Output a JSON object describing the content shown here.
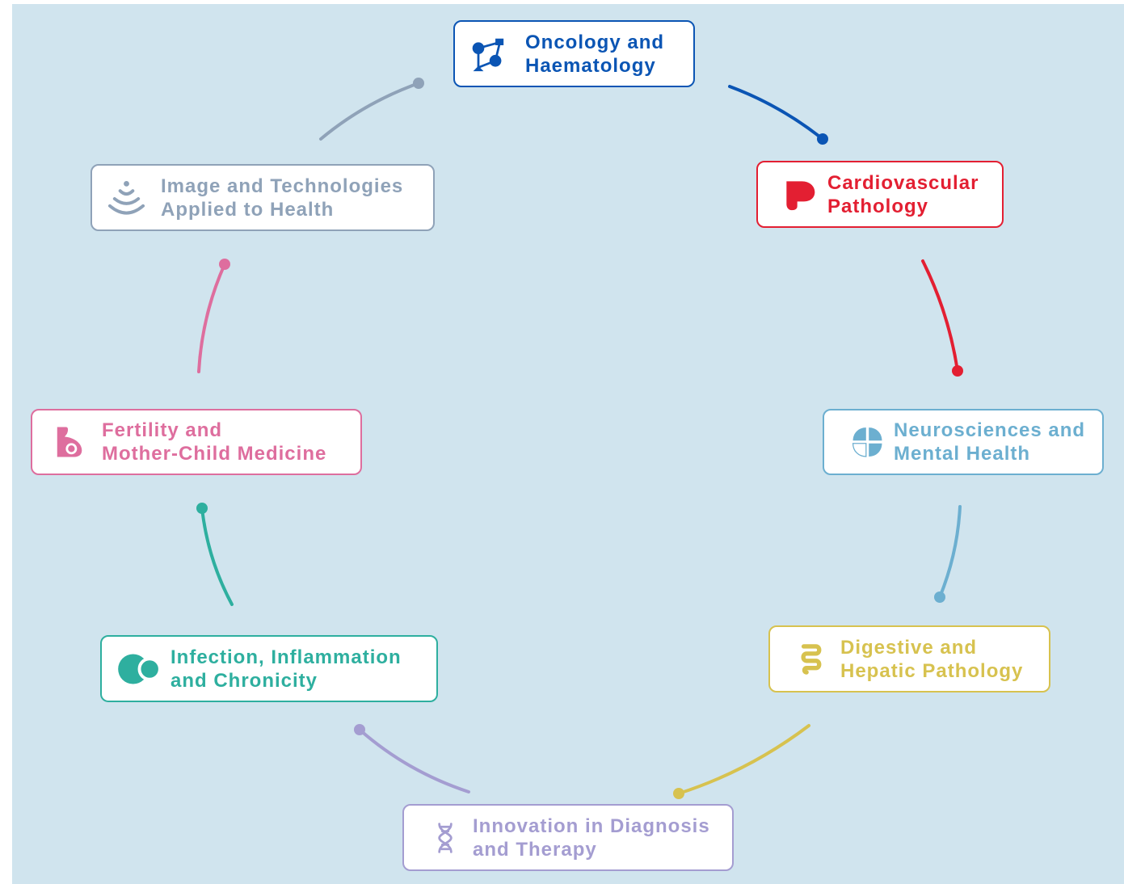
{
  "diagram": {
    "background": "#d0e4ee"
  },
  "nodes": [
    {
      "lines": [
        "Oncology and",
        "Haematology"
      ],
      "color": "#0b55b4",
      "icon": "molecule-network-icon"
    },
    {
      "lines": [
        "Cardiovascular",
        "Pathology"
      ],
      "color": "#e31f32",
      "icon": "heart-icon"
    },
    {
      "lines": [
        "Neurosciences and",
        "Mental Health"
      ],
      "color": "#6cafd0",
      "icon": "brain-icon"
    },
    {
      "lines": [
        "Digestive and",
        "Hepatic Pathology"
      ],
      "color": "#d7c24f",
      "icon": "intestine-icon"
    },
    {
      "lines": [
        "Innovation in Diagnosis",
        "and Therapy"
      ],
      "color": "#a49dd1",
      "icon": "dna-helix-icon"
    },
    {
      "lines": [
        "Infection, Inflammation",
        "and Chronicity"
      ],
      "color": "#2eaf9f",
      "icon": "overlapping-cells-icon"
    },
    {
      "lines": [
        "Fertility and",
        "Mother-Child Medicine"
      ],
      "color": "#de6e9e",
      "icon": "pregnant-woman-icon"
    },
    {
      "lines": [
        "Image and Technologies",
        "Applied to Health"
      ],
      "color": "#8fa2b8",
      "icon": "ultrasound-waves-icon"
    }
  ]
}
